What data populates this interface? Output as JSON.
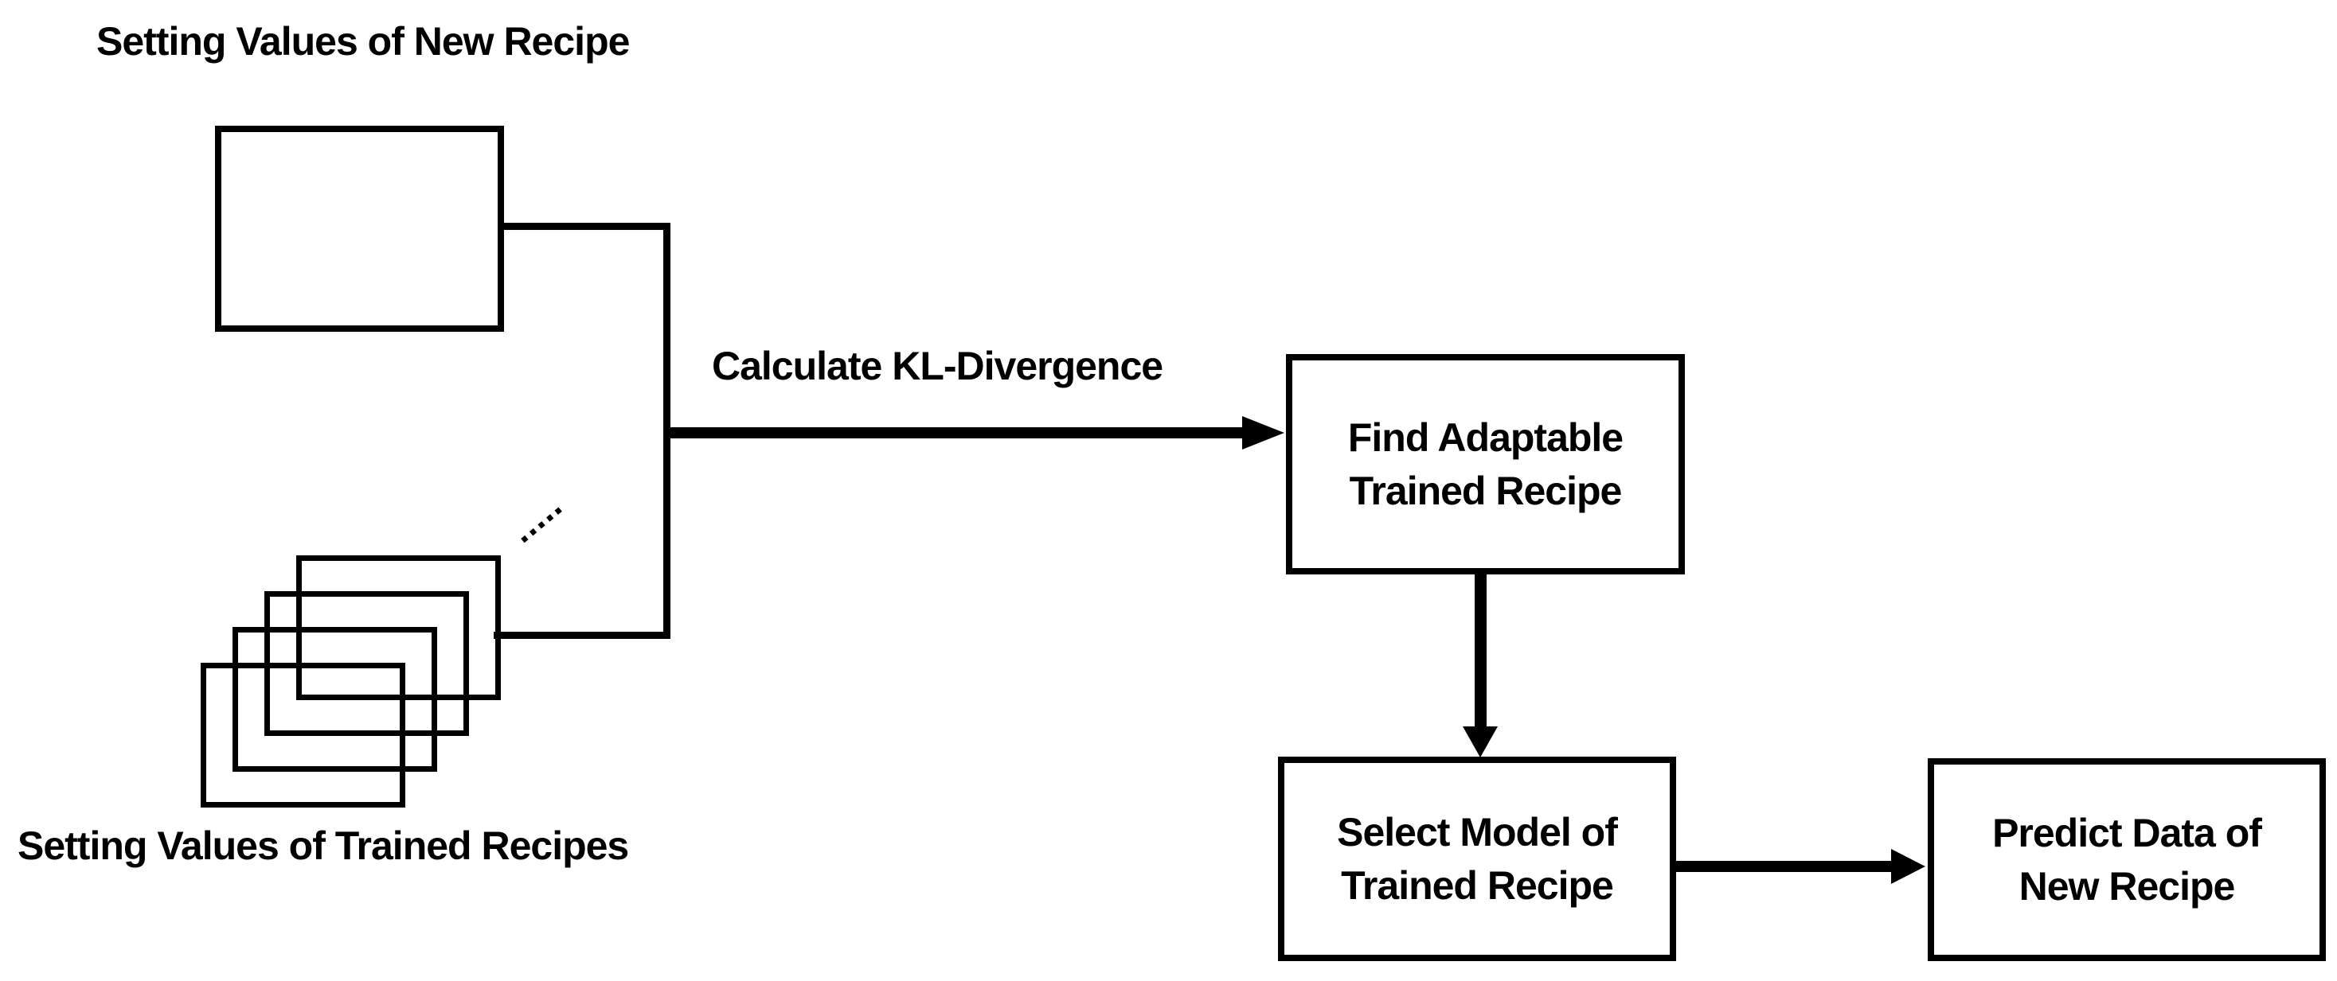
{
  "diagram": {
    "titles": {
      "new_recipe": "Setting Values of New Recipe",
      "trained_recipes": "Setting Values of Trained Recipes"
    },
    "edge_label": "Calculate KL-Divergence",
    "ellipsis": ".....",
    "nodes": {
      "find": {
        "line1": "Find Adaptable",
        "line2": "Trained Recipe"
      },
      "select": {
        "line1": "Select Model of",
        "line2": "Trained Recipe"
      },
      "predict": {
        "line1": "Predict Data of",
        "line2": "New Recipe"
      }
    },
    "colors": {
      "ink": "#000000",
      "background": "#ffffff"
    }
  }
}
